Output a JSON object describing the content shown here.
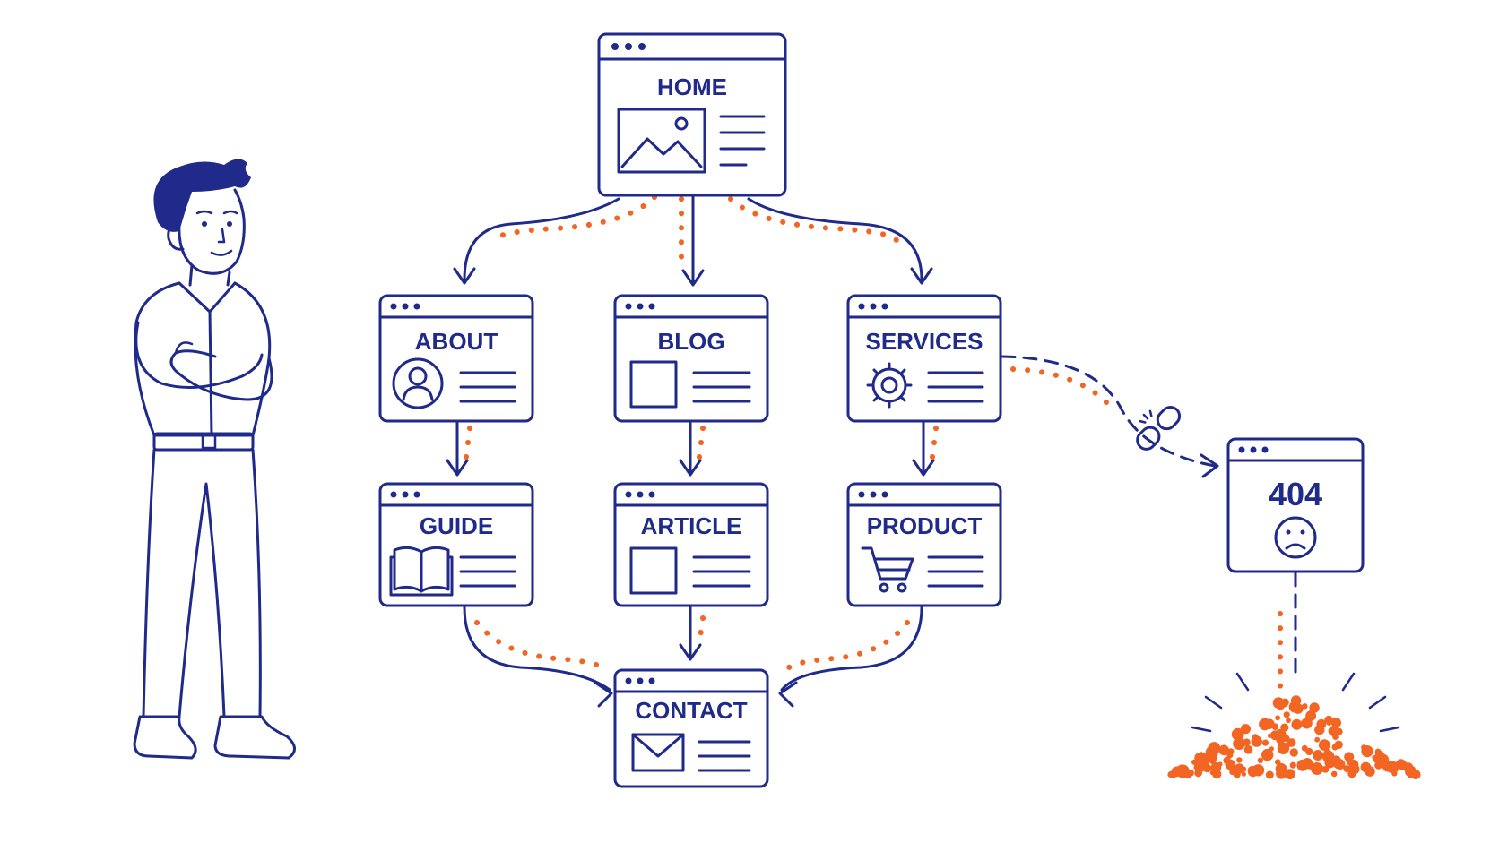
{
  "diagram": {
    "pages": {
      "home": "HOME",
      "about": "ABOUT",
      "blog": "BLOG",
      "services": "SERVICES",
      "guide": "GUIDE",
      "article": "ARTICLE",
      "product": "PRODUCT",
      "contact": "CONTACT",
      "error": "404"
    }
  },
  "colors": {
    "ink": "#1f2a8a",
    "trail": "#f26522",
    "background": "#ffffff"
  },
  "icons": [
    "person-illustration",
    "image-icon",
    "user-avatar-icon",
    "document-icon",
    "gear-icon",
    "open-book-icon",
    "shopping-cart-icon",
    "envelope-icon",
    "broken-link-icon",
    "sad-face-icon",
    "crumb-pile"
  ]
}
